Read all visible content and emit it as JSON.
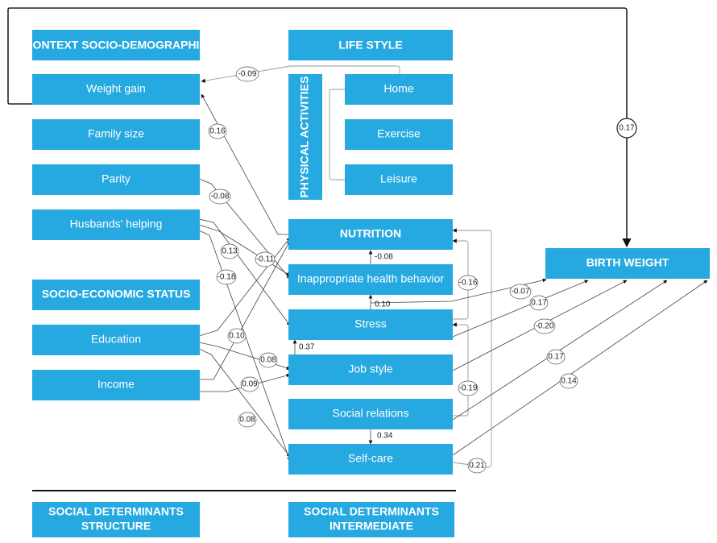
{
  "nodes": {
    "context": "CONTEXT SOCIO-DEMOGRAPHIC",
    "weight_gain": "Weight gain",
    "family_size": "Family size",
    "parity": "Parity",
    "husbands_helping": "Husbands' helping",
    "socio_economic": "SOCIO-ECONOMIC STATUS",
    "education": "Education",
    "income": "Income",
    "life_style": "LIFE STYLE",
    "physical_activities": "PHYSICAL ACTIVITIES",
    "home": "Home",
    "exercise": "Exercise",
    "leisure": "Leisure",
    "nutrition": "NUTRITION",
    "inappropriate": "Inappropriate health behavior",
    "stress": "Stress",
    "job_style": "Job style",
    "social_relations": "Social relations",
    "self_care": "Self-care",
    "birth_weight": "BIRTH WEIGHT",
    "structure_line1": "SOCIAL DETERMINANTS",
    "structure_line2": "STRUCTURE",
    "intermediate_line1": "SOCIAL DETERMINANTS",
    "intermediate_line2": "INTERMEDIATE"
  },
  "coefficients": {
    "home_weight": "-0.09",
    "nutrition_weight": "0.16",
    "weight_birth": "0.17",
    "parity_inapp": "-0.08",
    "husband_stress": "0.13",
    "husband_inapp": "-0.11",
    "husband_self": "-0.18",
    "education_nutrition": "0.10",
    "education_job": "0.08",
    "income_job": "0.09",
    "education_self": "0.08",
    "inapp_nutrition": "-0.08",
    "stress_inapp": "0.10",
    "job_stress": "0.37",
    "social_self": "0.34",
    "stress_nutrition": "-0.16",
    "social_stress": "-0.19",
    "self_nutrition": "0.21",
    "inapp_birth": "-0.07",
    "stress_birth": "0.17",
    "job_birth": "-0.20",
    "social_birth": "0.17",
    "self_birth": "0.14"
  }
}
